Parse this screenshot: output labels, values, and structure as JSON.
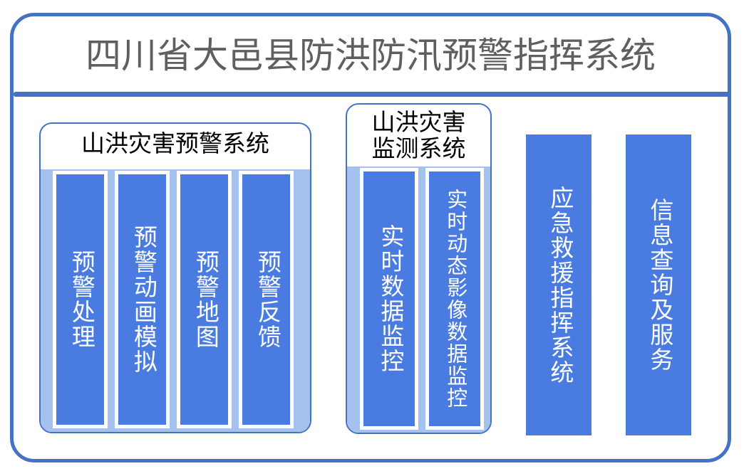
{
  "header": {
    "title": "四川省大邑县防洪防汛预警指挥系统"
  },
  "colors": {
    "frame_border": "#4472C4",
    "divider": "#4472C4",
    "panel_fill": "#A5C1EE",
    "bar_fill": "#4A7BE0",
    "bar_text": "#FFFFFF",
    "title_text": "#5F5F5F",
    "group_header_text": "#000000"
  },
  "groups": [
    {
      "name": "warning-system",
      "header": "山洪灾害预警系统",
      "bars": [
        {
          "label": "预警处理"
        },
        {
          "label": "预警动画模拟"
        },
        {
          "label": "预警地图"
        },
        {
          "label": "预警反馈"
        }
      ]
    },
    {
      "name": "monitoring-system",
      "header_line1": "山洪灾害",
      "header_line2": "监测系统",
      "bars": [
        {
          "label": "实时数据监控"
        },
        {
          "label": "实时动态影像数据监控"
        }
      ]
    }
  ],
  "standalone_bars": [
    {
      "name": "emergency-rescue-command-system",
      "label": "应急救援指挥系统"
    },
    {
      "name": "information-query-and-service",
      "label": "信息查询及服务"
    }
  ]
}
